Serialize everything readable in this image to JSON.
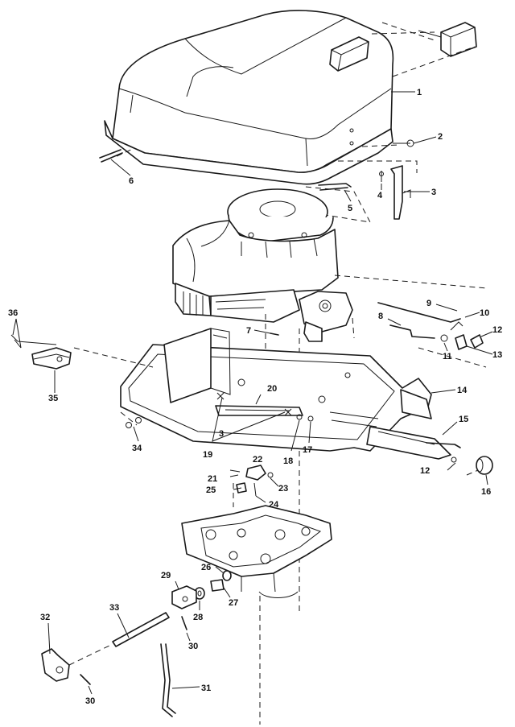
{
  "labels": {
    "l1": "1",
    "l2": "2",
    "l3": "3",
    "l4": "4",
    "l5": "5",
    "l6": "6",
    "l7": "7",
    "l8": "8",
    "l9": "9",
    "l10": "10",
    "l11": "11",
    "l12a": "12",
    "l12b": "12",
    "l13": "13",
    "l14": "14",
    "l15": "15",
    "l16": "16",
    "l17": "17",
    "l18": "18",
    "l19": "19",
    "l20": "20",
    "l21": "21",
    "l22": "22",
    "l23": "23",
    "l24": "24",
    "l25": "25",
    "l26": "26",
    "l27": "27",
    "l28": "28",
    "l29": "29",
    "l30a": "30",
    "l30b": "30",
    "l31": "31",
    "l32": "32",
    "l33": "33",
    "l34": "34",
    "l35": "35",
    "l36": "36",
    "l3b": "3"
  },
  "colors": {
    "line": "#1a1a1a",
    "background": "#ffffff"
  }
}
